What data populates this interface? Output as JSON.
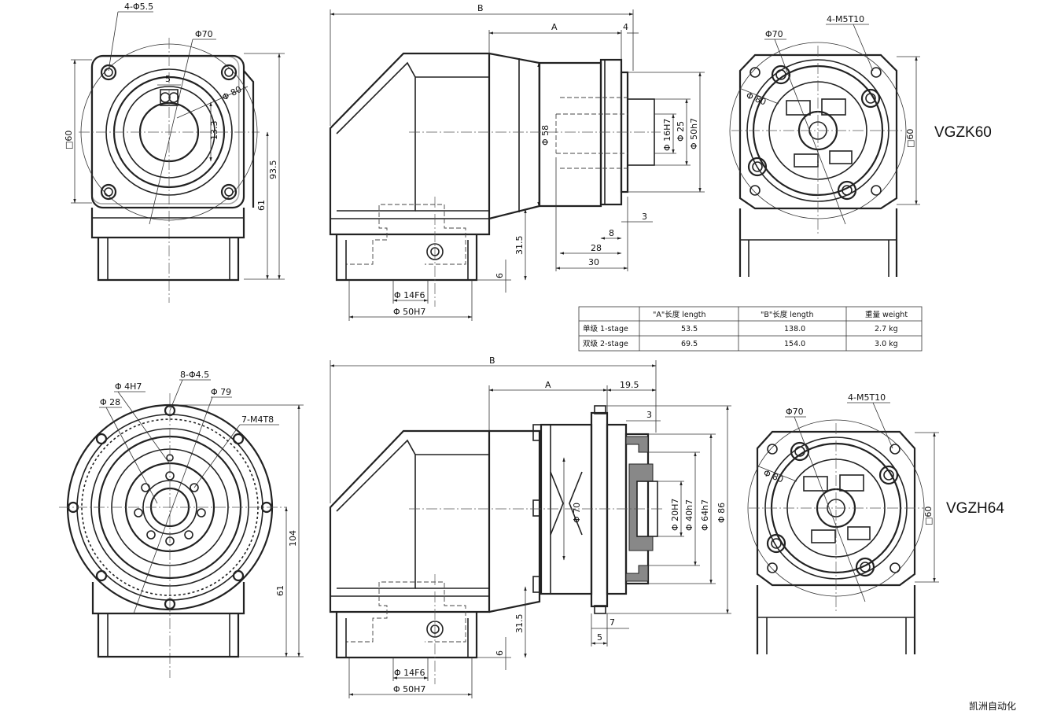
{
  "models": {
    "top": "VGZK60",
    "bottom": "VGZH64"
  },
  "watermark": "凯洲自动化",
  "table": {
    "headers": [
      "",
      "\"A\"长度 length",
      "\"B\"长度 length",
      "重量 weight"
    ],
    "rows": [
      [
        "单级 1-stage",
        "53.5",
        "138.0",
        "2.7 kg"
      ],
      [
        "双级 2-stage",
        "69.5",
        "154.0",
        "3.0 kg"
      ]
    ]
  },
  "top_front": {
    "holes": "4-Φ5.5",
    "pcd": "Φ70",
    "key": "5",
    "dia80": "Φ 80",
    "h133": "13.3",
    "sq60": "□60",
    "h935": "93.5",
    "h61": "61"
  },
  "top_side": {
    "B": "B",
    "A": "A",
    "d4": "4",
    "d58": "Φ 58",
    "d16": "Φ 16H7",
    "d25": "Φ 25",
    "d50": "Φ 50h7",
    "d3": "3",
    "d8": "8",
    "d28": "28",
    "d30": "30",
    "d315": "31.5",
    "d6": "6",
    "d14": "Φ 14F6",
    "d50b": "Φ 50H7"
  },
  "top_rear": {
    "tap": "4-M5T10",
    "pcd": "Φ70",
    "dia80": "Φ 80",
    "sq60": "□60"
  },
  "bot_front": {
    "d4h7": "Φ 4H7",
    "holes8": "8-Φ4.5",
    "d28": "Φ 28",
    "d79": "Φ 79",
    "tap7": "7-M4T8",
    "h104": "104",
    "h61": "61"
  },
  "bot_side": {
    "B": "B",
    "A": "A",
    "d195": "19.5",
    "d3": "3",
    "d70": "Φ 70",
    "d20": "Φ 20H7",
    "d40": "Φ 40h7",
    "d64": "Φ 64h7",
    "d86": "Φ 86",
    "d7": "7",
    "d5": "5",
    "d315": "31.5",
    "d6": "6",
    "d14": "Φ 14F6",
    "d50": "Φ 50H7"
  },
  "bot_rear": {
    "tap": "4-M5T10",
    "pcd": "Φ70",
    "dia80": "Φ 80",
    "sq60": "□60"
  }
}
